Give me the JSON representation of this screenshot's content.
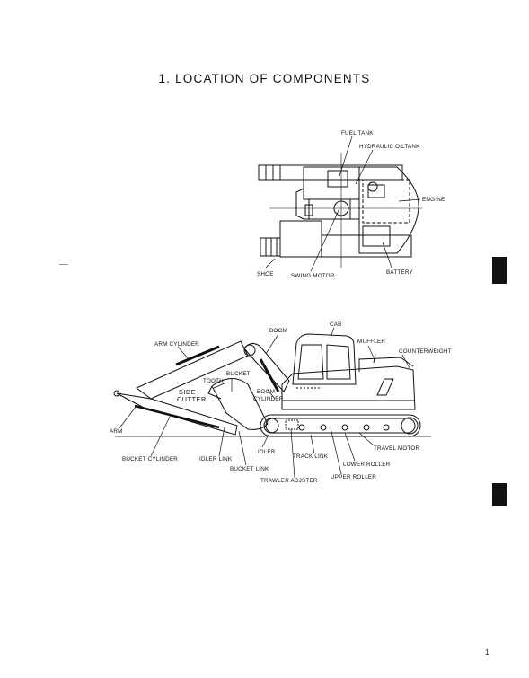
{
  "page": {
    "title": "1.  LOCATION OF COMPONENTS",
    "page_number": "1"
  },
  "top_view": {
    "labels": {
      "fuel_tank": "FUEL TANK",
      "hydraulic_oiltank": "HYDRAULIC OILTANK",
      "engine": "ENGINE",
      "shoe": "SHOE",
      "swing_motor": "SWING MOTOR",
      "battery": "BATTERY"
    }
  },
  "side_view": {
    "labels": {
      "boom": "BOOM",
      "cab": "CAB",
      "arm_cylinder": "ARM CYLINDER",
      "muffler": "MUFFLER",
      "counterweight": "COUNTERWEIGHT",
      "bucket": "BUCKET",
      "tooth": "TOOTH",
      "side_cutter_1": "SIDE",
      "side_cutter_2": "CUTTER",
      "boom_cylinder_1": "BOOM",
      "boom_cylinder_2": "CYLINDER",
      "arm": "ARM",
      "idler": "IDLER",
      "travel_motor": "TRAVEL MOTOR",
      "track_link": "TRACK LINK",
      "lower_roller": "LOWER ROLLER",
      "bucket_cylinder": "BUCKET CYLINDER",
      "idler_link": "IDLER LINK",
      "bucket_link": "BUCKET LINK",
      "trawler_adjster": "TRAWLER ADJSTER",
      "upper_roller": "UPPER ROLLER"
    }
  }
}
